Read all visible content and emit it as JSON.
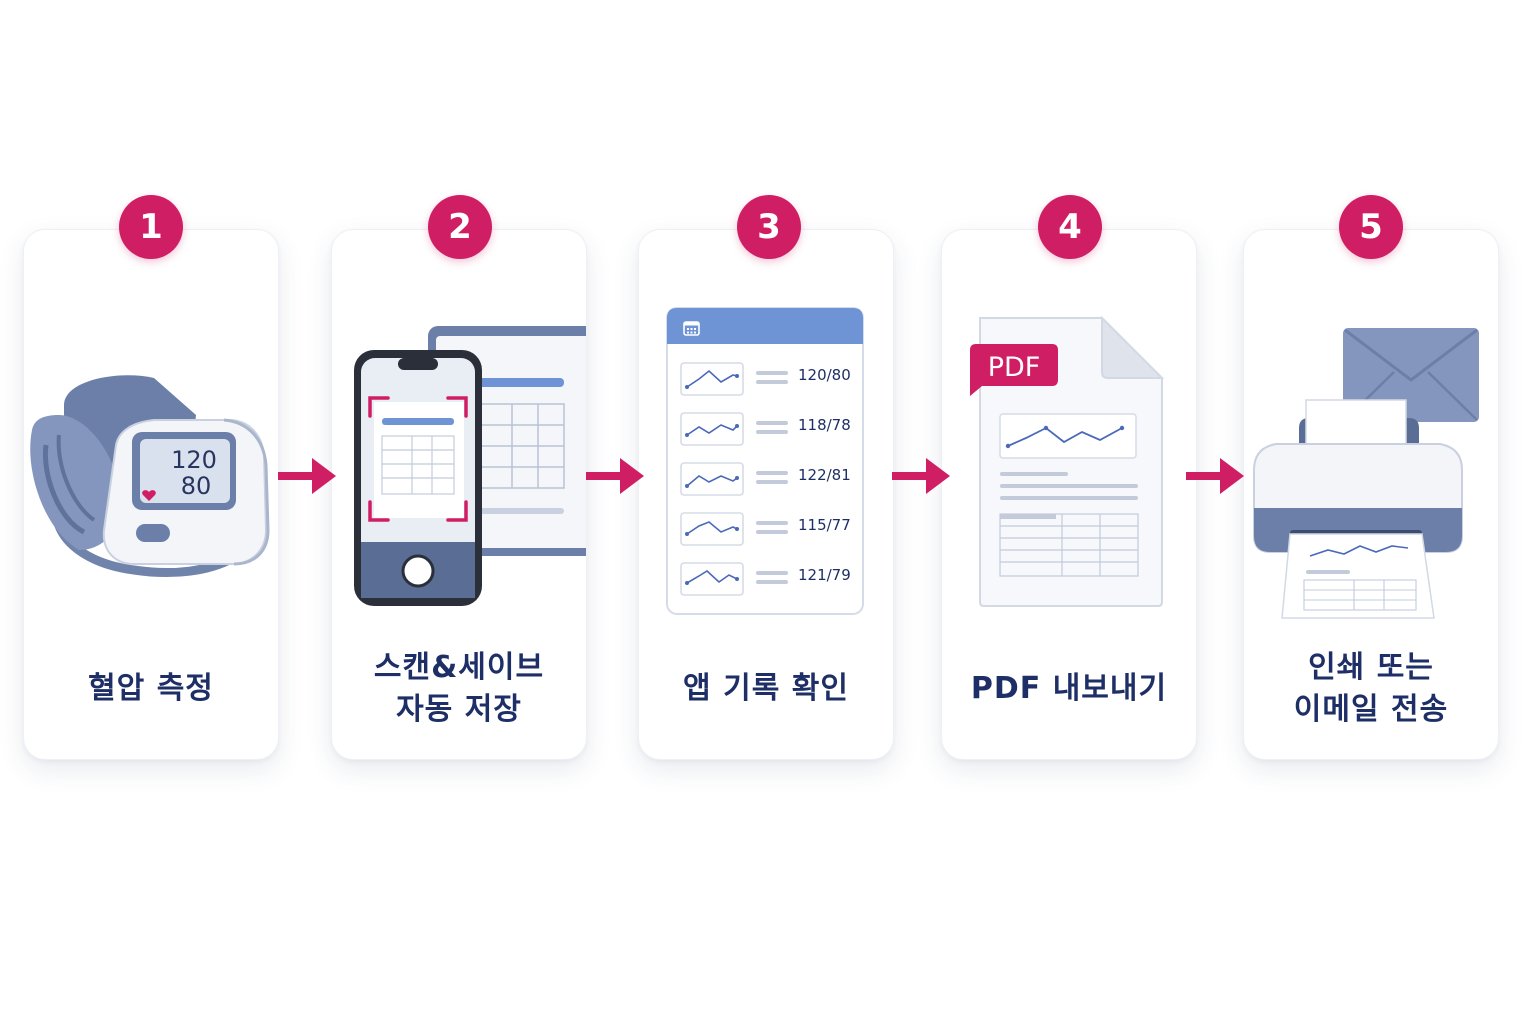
{
  "steps": [
    {
      "number": "1",
      "label_lines": [
        "혈압 측정"
      ]
    },
    {
      "number": "2",
      "label_lines": [
        "스캔&세이브",
        "자동 저장"
      ]
    },
    {
      "number": "3",
      "label_lines": [
        "앱 기록 확인"
      ]
    },
    {
      "number": "4",
      "label_lines": [
        "PDF 내보내기"
      ]
    },
    {
      "number": "5",
      "label_lines": [
        "인쇄 또는",
        "이메일 전송"
      ]
    }
  ],
  "monitor": {
    "systolic": "120",
    "diastolic": "80"
  },
  "records": [
    "120/80",
    "118/78",
    "122/81",
    "115/77",
    "121/79"
  ],
  "pdf_tag": "PDF",
  "colors": {
    "accent": "#d01e64",
    "navy": "#1d2f66",
    "device_blue": "#6b7fa8",
    "header_blue": "#6f94d6"
  },
  "icons": [
    "blood-pressure-monitor-icon",
    "phone-scan-icon",
    "calendar-icon",
    "pdf-document-icon",
    "printer-icon",
    "envelope-icon"
  ]
}
